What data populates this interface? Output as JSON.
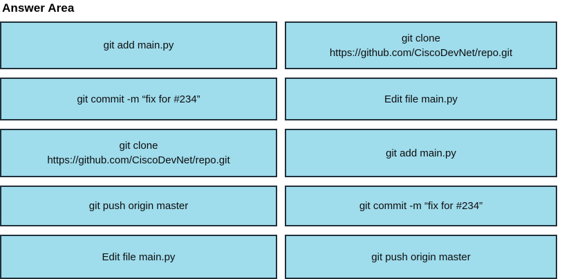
{
  "page": {
    "title": "Answer Area",
    "background_color": "#ffffff",
    "box_fill_color": "#9fdcec",
    "box_border_color": "#21303a",
    "text_color": "#0d0d0d"
  },
  "columns": {
    "left": {
      "name": "left-answer-column",
      "options": [
        {
          "label": "git add main.py"
        },
        {
          "label": "git commit -m “fix for #234”"
        },
        {
          "label": "git clone\nhttps://github.com/CiscoDevNet/repo.git"
        },
        {
          "label": "git push origin master"
        },
        {
          "label": "Edit file main.py"
        }
      ]
    },
    "right": {
      "name": "right-answer-column",
      "options": [
        {
          "label": "git clone\nhttps://github.com/CiscoDevNet/repo.git"
        },
        {
          "label": "Edit file main.py"
        },
        {
          "label": "git add main.py"
        },
        {
          "label": "git commit -m “fix for #234”"
        },
        {
          "label": "git push origin master"
        }
      ]
    }
  }
}
